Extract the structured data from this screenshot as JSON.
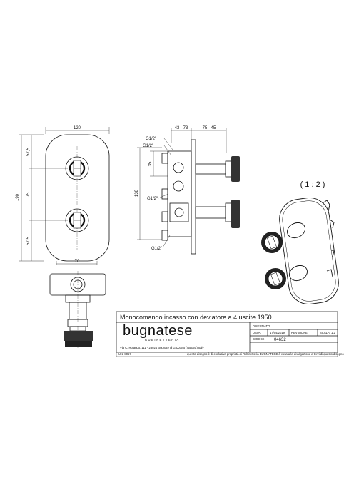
{
  "colors": {
    "line": "#111111",
    "paper": "#ffffff",
    "logo": "#777777"
  },
  "front_view": {
    "width_label": "120",
    "height_label": "190",
    "segments": [
      "57,5",
      "75",
      "57,5"
    ],
    "lower_width_label": "70"
  },
  "side_view": {
    "top_dims": [
      "43 - 73",
      "75 - 45"
    ],
    "vertical_dims": [
      "35",
      "138"
    ],
    "thread_labels": [
      "G1/2\"",
      "G1/2\"",
      "G1/2\"",
      "G1/2\""
    ]
  },
  "iso_view": {
    "scale_label": "( 1 : 2 )"
  },
  "title_block": {
    "title": "Monocomando incasso con deviatore a 4 uscite 1950",
    "brand": "bugnatese",
    "brand_sub": "RUBINETTERIA",
    "address": "Via C. Rolando, 111 - 28024 Bugnate di Gozzano (Novara) Italy",
    "disegnato_label": "DISEGNATO",
    "data_label": "DATA",
    "data_value": "17/04/2019",
    "revisione_label": "REVISIONE",
    "scala_label": "SCALA",
    "scala_value": "1:2",
    "codice_label": "CODICE",
    "codice_value": "04632",
    "norm_label": "UNI 8057",
    "notice": "questo disegno è di esclusiva proprietà di Rubinetteria BUGNATESE è vietata la divulgazione a terzi di questo disegno"
  }
}
